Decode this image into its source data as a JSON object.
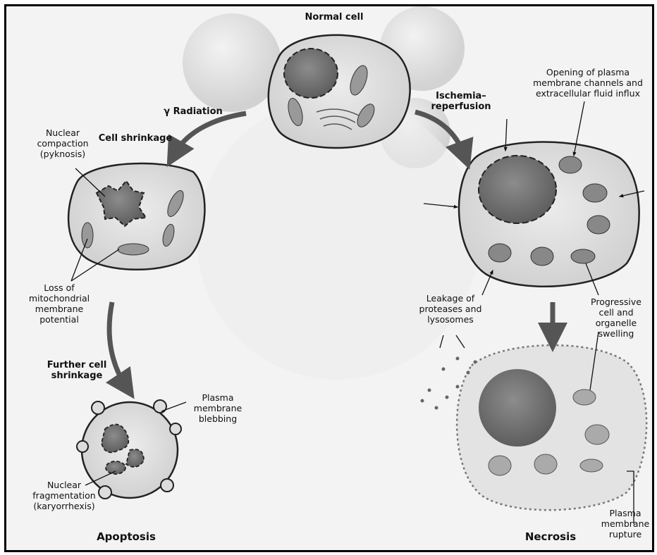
{
  "labels": {
    "normal_cell": "Normal cell",
    "gamma_radiation": "γ Radiation",
    "cell_shrinkage": "Cell shrinkage",
    "ischemia_reperfusion": "Ischemia–\nreperfusion",
    "nuclear_compaction": "Nuclear\ncompaction\n(pyknosis)",
    "opening_channels": "Opening of plasma\nmembrane channels and\nextracellular fluid influx",
    "loss_mito_potential": "Loss of\nmitochondrial\nmembrane\npotential",
    "leakage": "Leakage of\nproteases and\nlysosomes",
    "progressive_swelling": "Progressive\ncell and\norganelle\nswelling",
    "further_shrinkage": "Further cell\nshrinkage",
    "membrane_blebbing": "Plasma\nmembrane\nblebbing",
    "nuclear_fragmentation": "Nuclear\nfragmentation\n(karyorrhexis)",
    "apoptosis": "Apoptosis",
    "necrosis": "Necrosis",
    "membrane_rupture": "Plasma\nmembrane\nrupture"
  },
  "colors": {
    "cell_fill": "#dedede",
    "nucleus": "#7a7a7a",
    "line": "#2a2a2a",
    "arrow": "#555555"
  }
}
